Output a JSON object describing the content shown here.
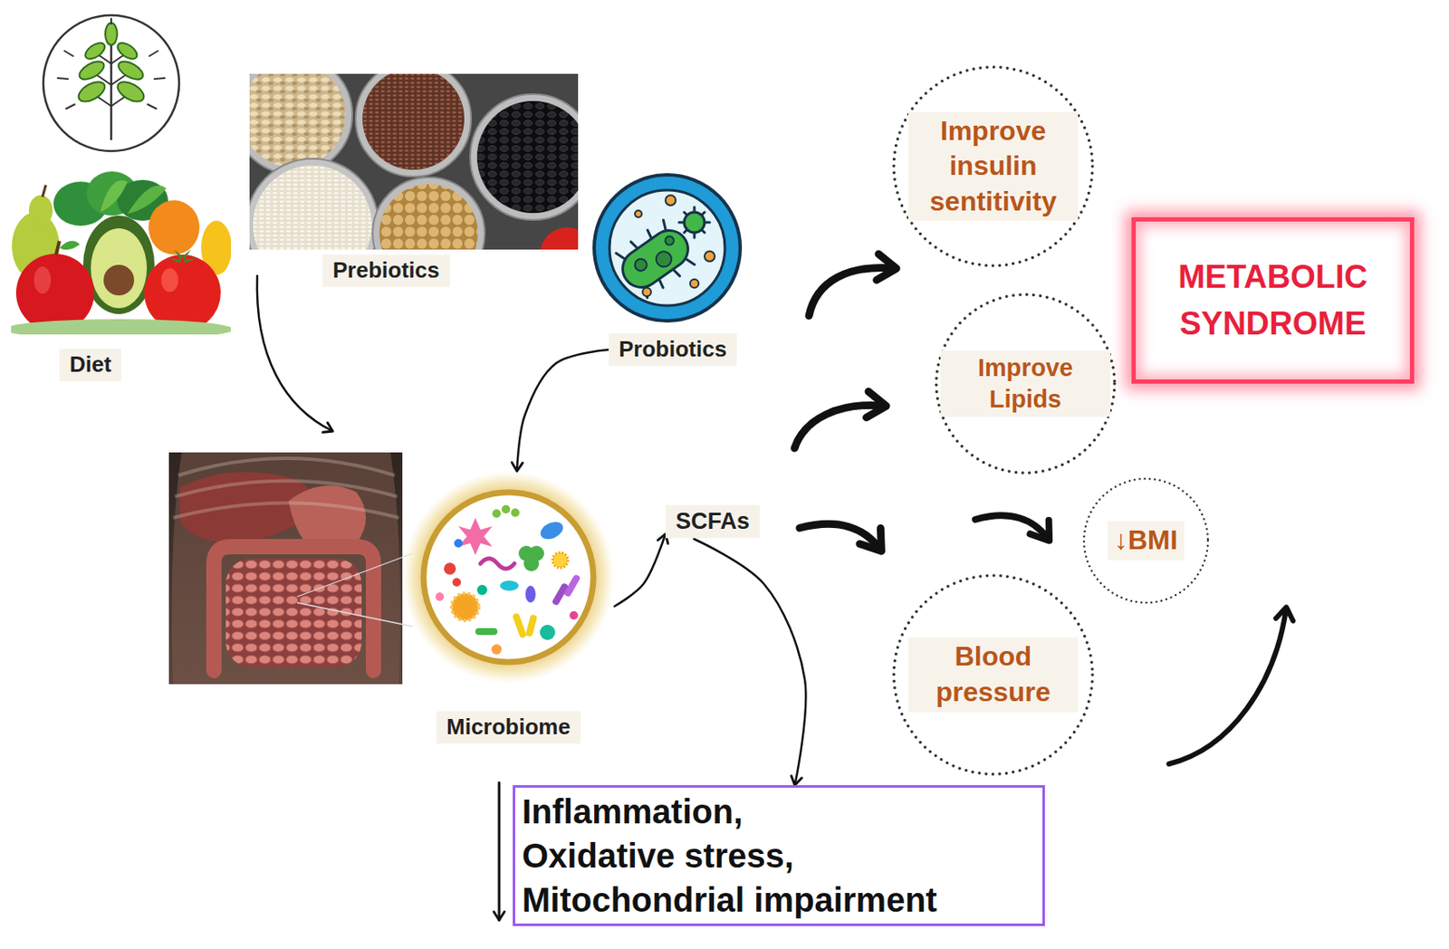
{
  "diagram": {
    "nodes": [
      {
        "text": [
          "Diet"
        ]
      },
      {
        "text": [
          "Prebiotics"
        ]
      },
      {
        "text": [
          "Probiotics"
        ]
      },
      {
        "text": [
          "Microbiome"
        ]
      },
      {
        "text": [
          "SCFAs"
        ]
      },
      {
        "text": [
          "Improve insulin sentitivity"
        ]
      },
      {
        "text": [
          "Improve Lipids"
        ]
      },
      {
        "text": [
          "↓BMI"
        ]
      },
      {
        "text": [
          "Blood pressure"
        ]
      },
      {
        "text": [
          "METABOLIC SYNDROME"
        ]
      },
      {
        "text": [
          "Inflammation,",
          "Oxidative stress,",
          "Mitochondrial impairment"
        ]
      }
    ],
    "edges": [
      {
        "from": 2,
        "to": 3,
        "arrow": "to"
      },
      {
        "from": 3,
        "to": 4,
        "arrow": "to"
      },
      {
        "from": 4,
        "to": 10,
        "arrow": "to"
      }
    ]
  }
}
